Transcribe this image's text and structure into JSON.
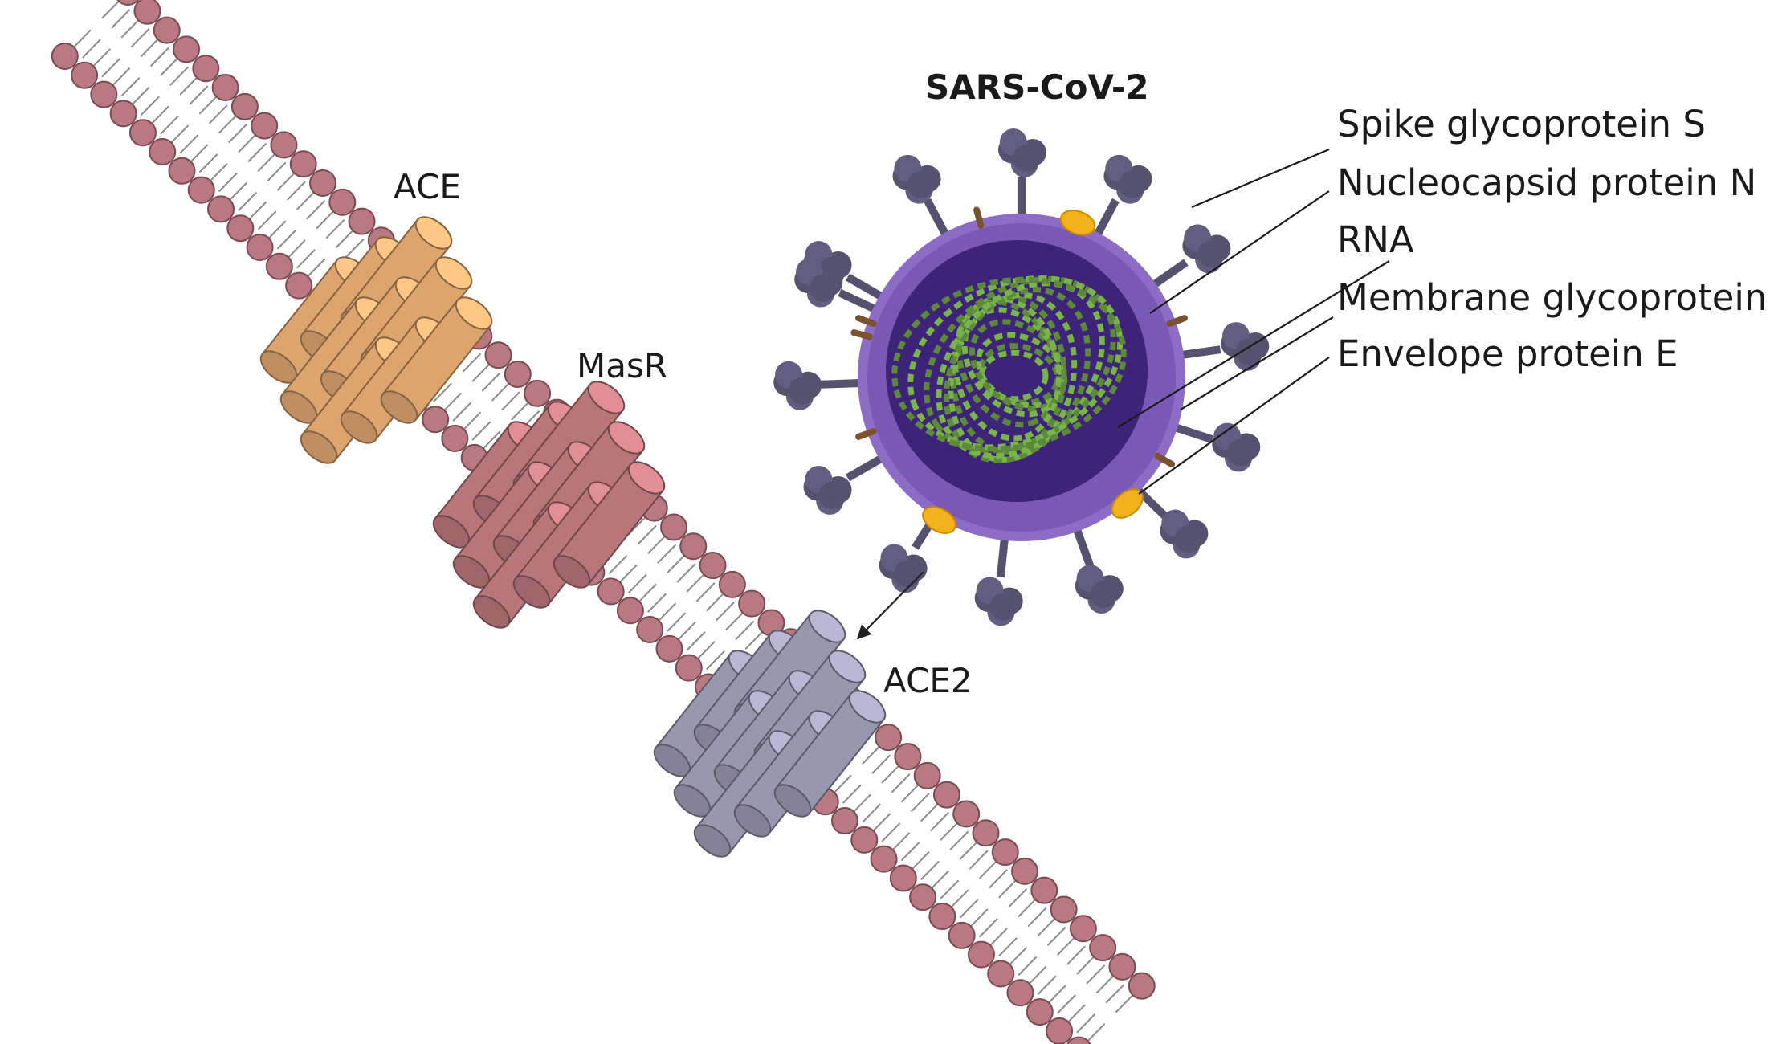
{
  "virus_title": "SARS-CoV-2",
  "receptors": {
    "ace": "ACE",
    "masr": "MasR",
    "ace2": "ACE2"
  },
  "legend": [
    "Spike glycoprotein S",
    "Nucleocapsid protein N",
    "RNA",
    "Membrane glycoprotein M",
    "Envelope protein E"
  ],
  "colors": {
    "phospholipid_head": "#b87a80",
    "ace_cylinders": "#f0b278",
    "masr_cylinders": "#c98085",
    "ace2_cylinders": "#a6a3be",
    "virus_envelope": "#7a58b5",
    "virus_core": "#3e2478",
    "spike": "#555270",
    "rna": "#5c8a3a",
    "envelope_protein_e": "#f2b21c"
  }
}
